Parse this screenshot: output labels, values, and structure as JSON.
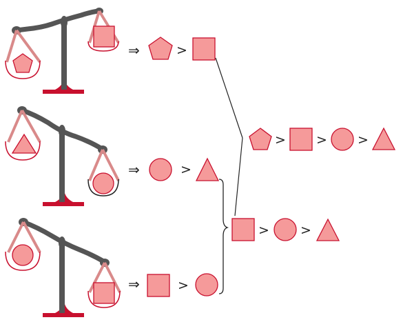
{
  "colors": {
    "shape_fill": "#f59a9a",
    "shape_stroke": "#c8102e",
    "beam": "#555555",
    "base": "#c8102e",
    "brace": "#222222"
  },
  "symbols": {
    "implies": "⇒",
    "greater": ">"
  },
  "scales": [
    {
      "left_pan": "pentagon",
      "right_pan": "square",
      "heavier": "left"
    },
    {
      "left_pan": "triangle",
      "right_pan": "circle",
      "heavier": "right"
    },
    {
      "left_pan": "circle",
      "right_pan": "square",
      "heavier": "right"
    }
  ],
  "comparisons": [
    {
      "shapes": [
        "pentagon",
        "square"
      ]
    },
    {
      "shapes": [
        "circle",
        "triangle"
      ]
    },
    {
      "shapes": [
        "square",
        "circle"
      ]
    }
  ],
  "combined_2_3": {
    "shapes": [
      "square",
      "circle",
      "triangle"
    ]
  },
  "final_order": {
    "shapes": [
      "pentagon",
      "square",
      "circle",
      "triangle"
    ]
  }
}
